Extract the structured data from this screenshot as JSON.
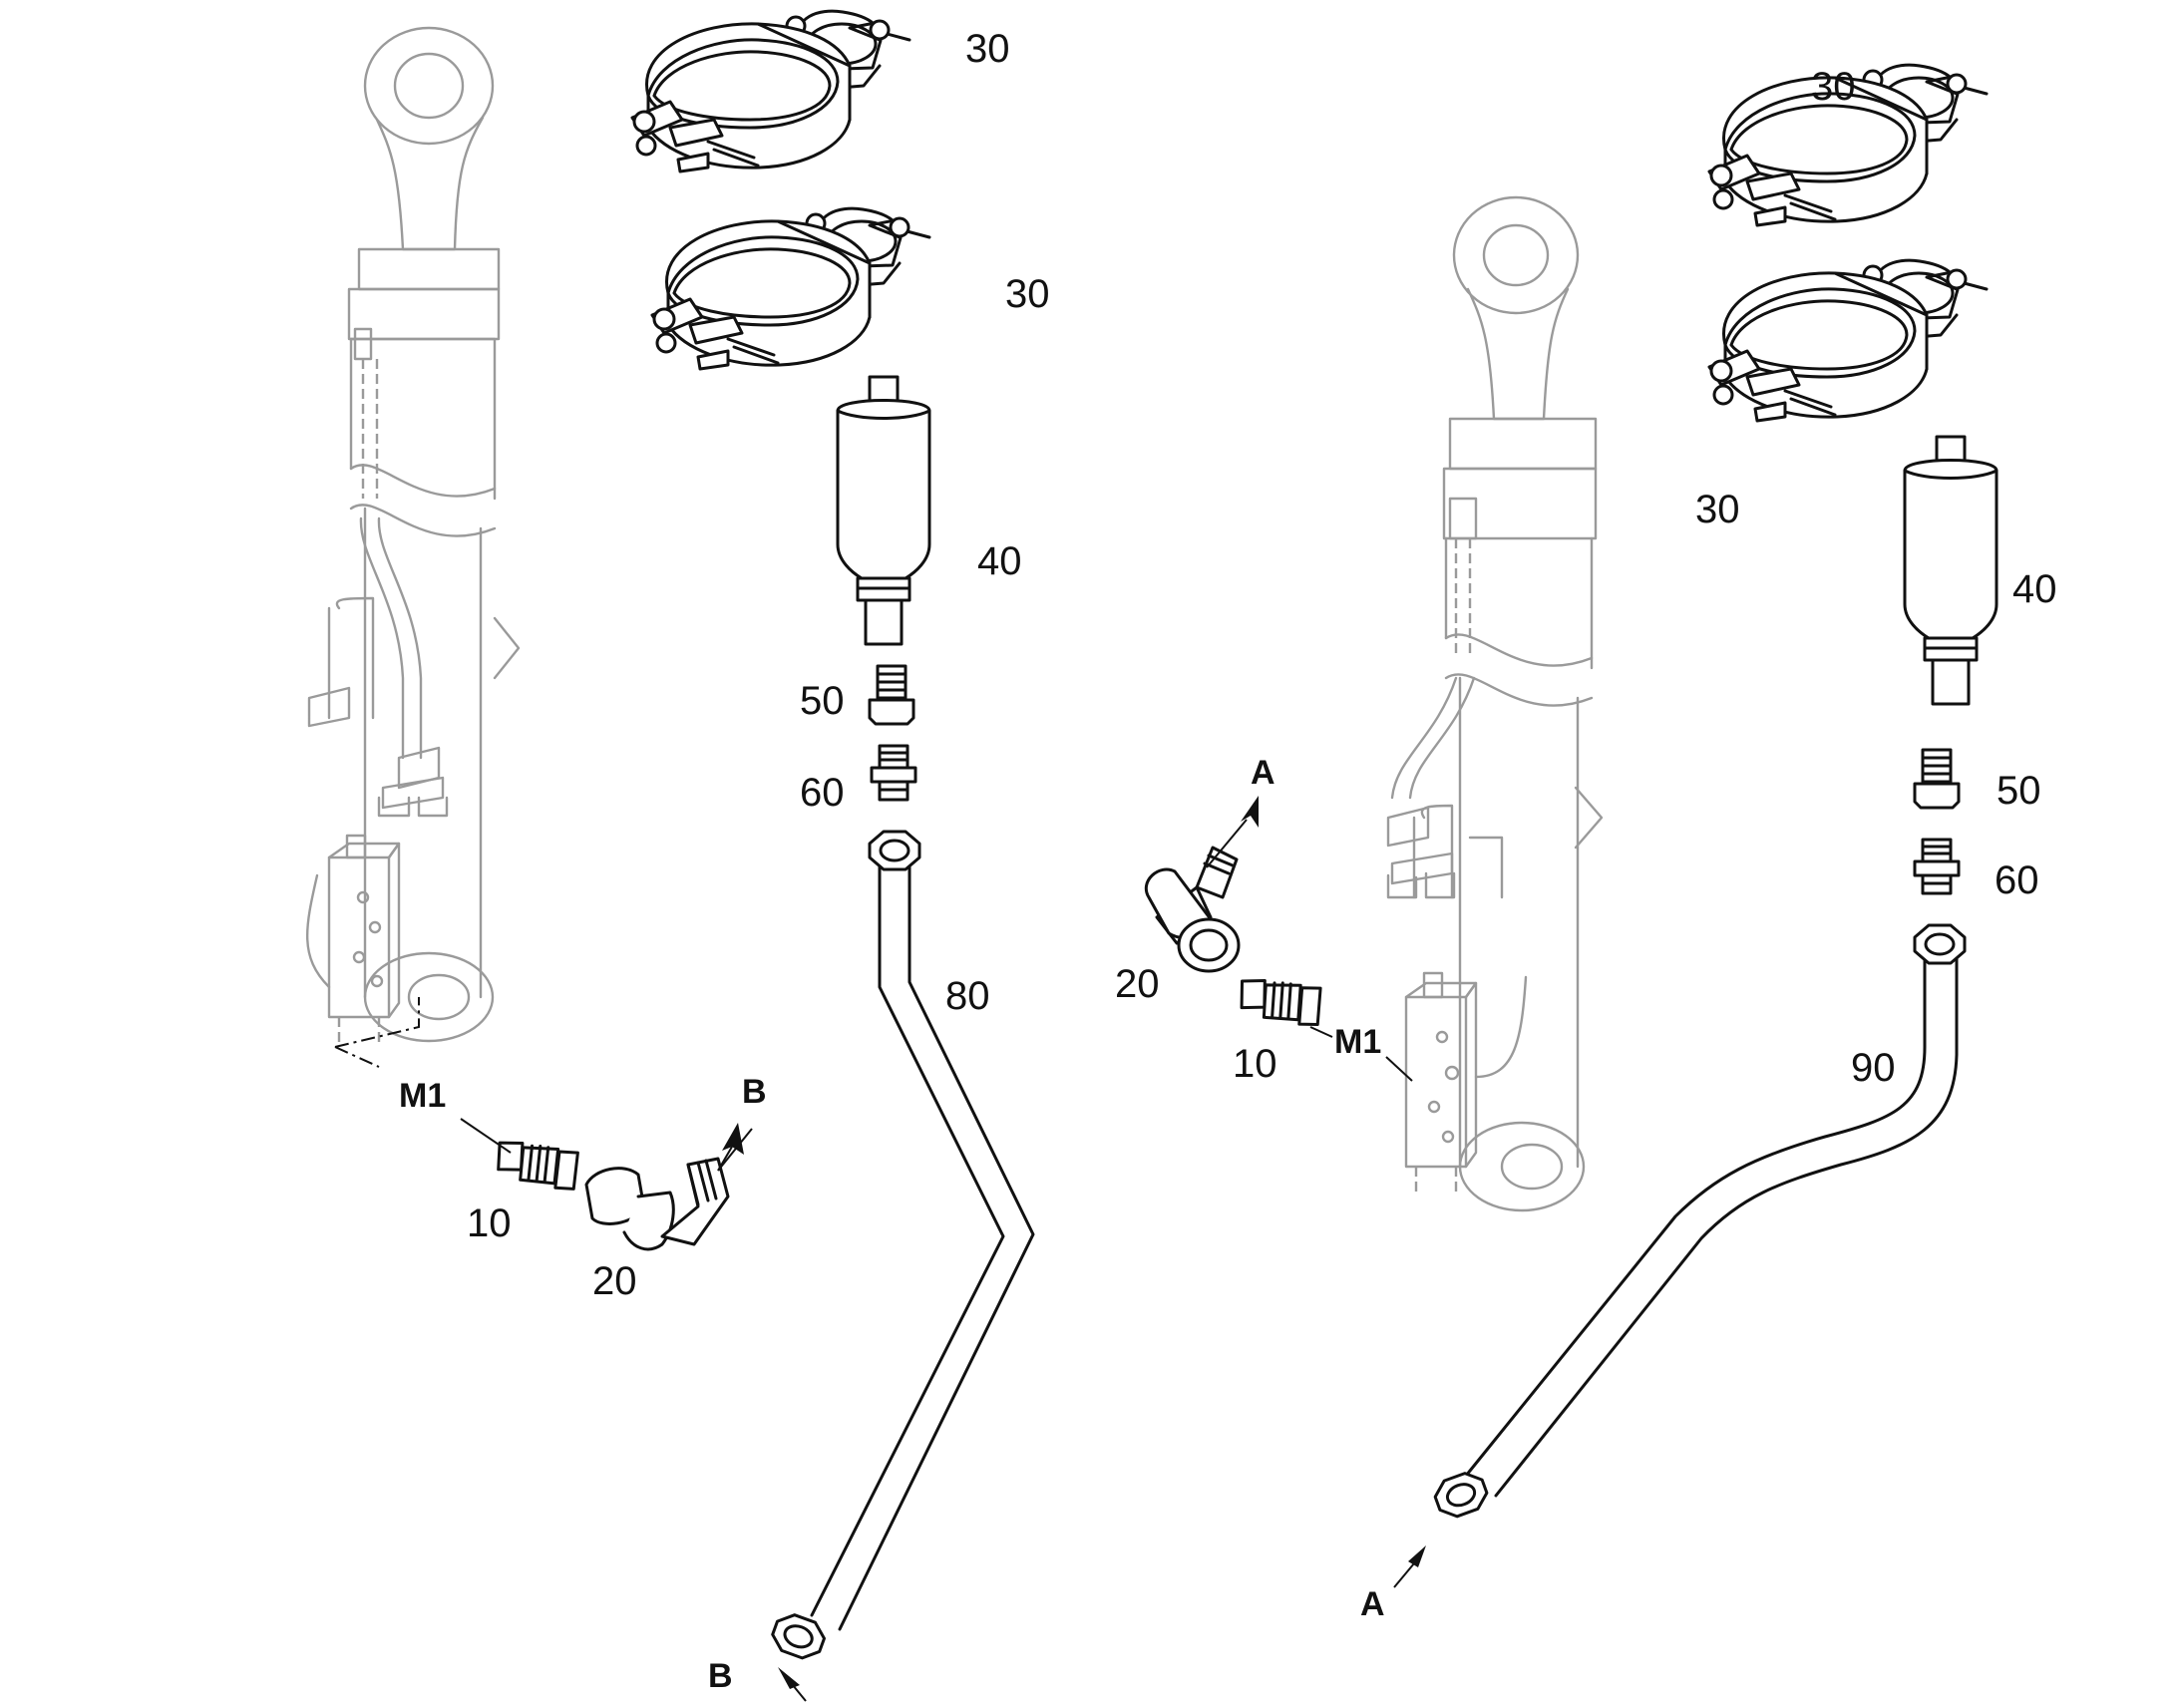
{
  "callouts": {
    "left": {
      "clamp_upper": "30",
      "clamp_lower": "30",
      "accumulator": "40",
      "adapter_50": "50",
      "adapter_60": "60",
      "pipe": "80",
      "port": "M1",
      "fitting_10": "10",
      "elbow_20": "20",
      "conn_top": "B",
      "conn_bottom": "B"
    },
    "right": {
      "clamp_upper": "30",
      "clamp_lower": "30",
      "accumulator": "40",
      "adapter_50": "50",
      "adapter_60": "60",
      "pipe": "90",
      "port": "M1",
      "fitting_10": "10",
      "elbow_20": "20",
      "conn_top": "A",
      "conn_bottom": "A"
    }
  }
}
